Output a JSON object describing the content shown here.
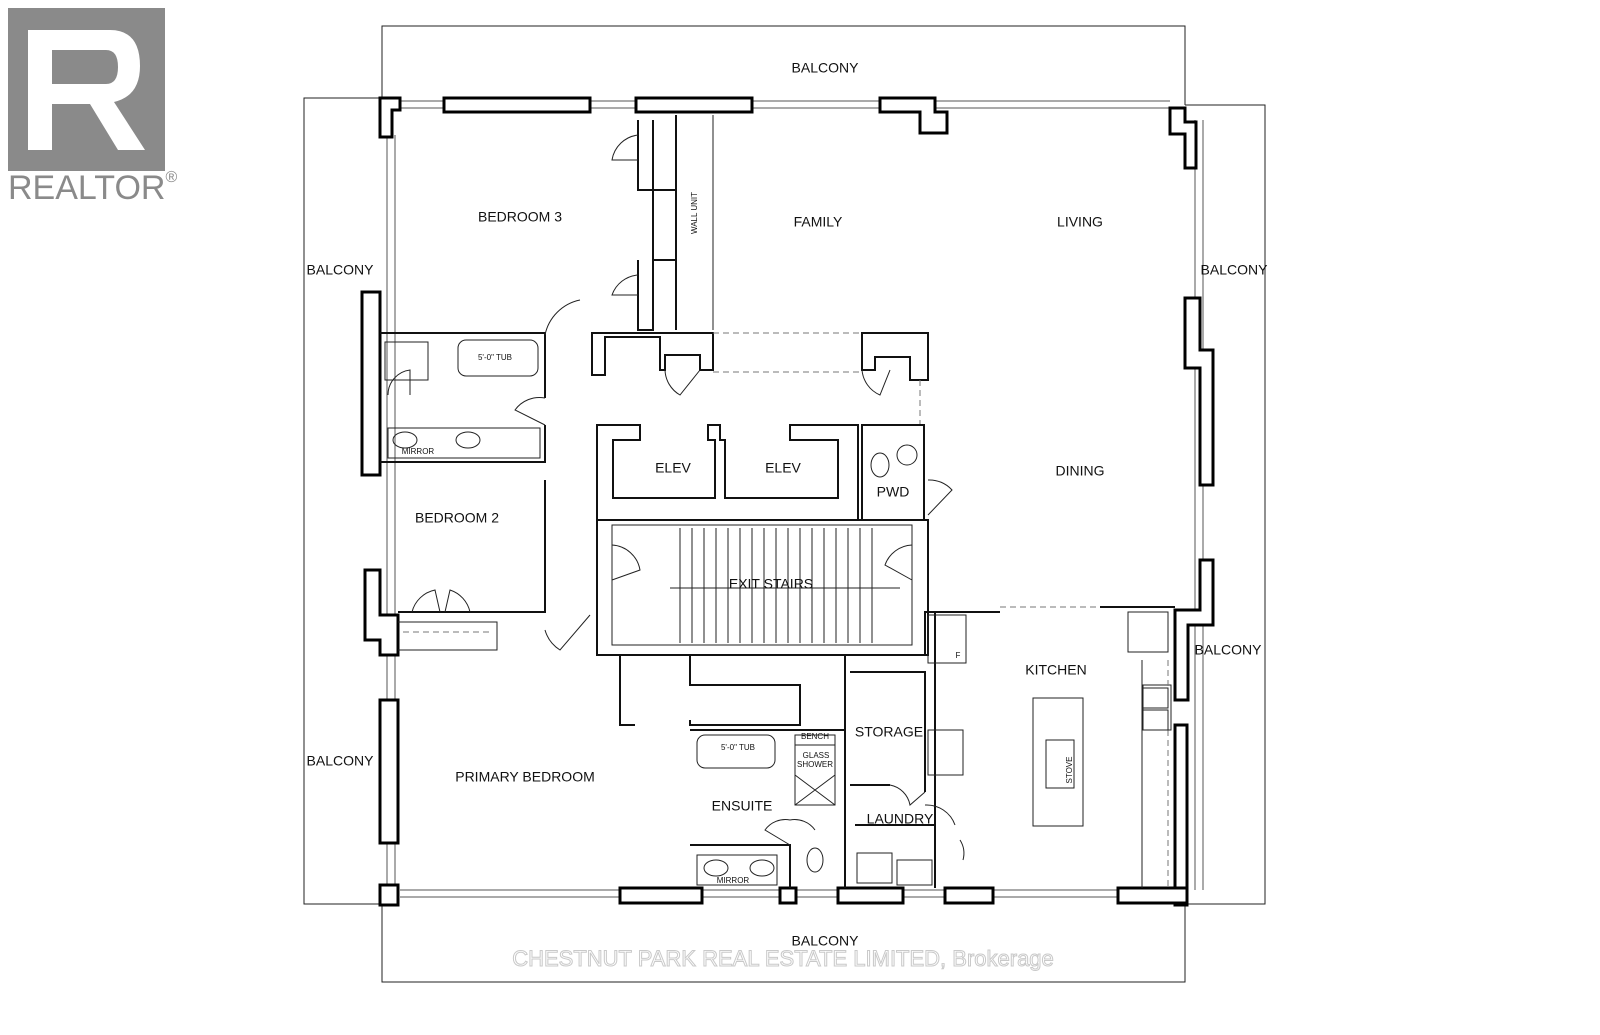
{
  "logo": {
    "text": "REALTOR",
    "mark": "®"
  },
  "watermark": "CHESTNUT PARK REAL ESTATE LIMITED, Brokerage",
  "rooms": {
    "bedroom3": "BEDROOM 3",
    "family": "FAMILY",
    "living": "LIVING",
    "dining": "DINING",
    "bedroom2": "BEDROOM 2",
    "elev1": "ELEV",
    "elev2": "ELEV",
    "pwd": "PWD",
    "exit_stairs": "EXIT STAIRS",
    "kitchen": "KITCHEN",
    "storage": "STORAGE",
    "laundry": "LAUNDRY",
    "ensuite": "ENSUITE",
    "primary_bedroom": "PRIMARY BEDROOM"
  },
  "balconies": {
    "top": "BALCONY",
    "left_upper": "BALCONY",
    "right_upper": "BALCONY",
    "right_lower": "BALCONY",
    "left_lower": "BALCONY",
    "bottom": "BALCONY"
  },
  "fixtures": {
    "wall_unit": "WALL UNIT",
    "tub1": "5'-0\" TUB",
    "mirror1": "MIRROR",
    "tub2": "5'-0\" TUB",
    "bench": "BENCH",
    "glass_shower_1": "GLASS",
    "glass_shower_2": "SHOWER",
    "mirror2": "MIRROR",
    "stove": "STOVE",
    "fridge": "F"
  }
}
